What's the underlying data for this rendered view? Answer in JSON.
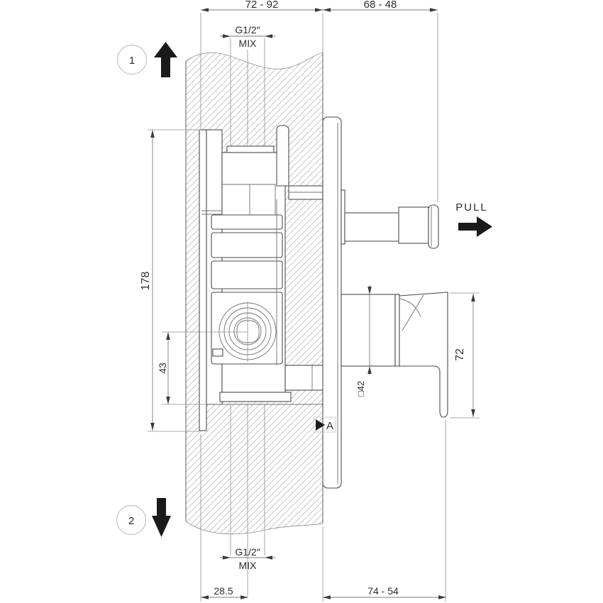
{
  "drawing": {
    "dimensions": {
      "top_left": "72 - 92",
      "top_right": "68 - 48",
      "body_height": "178",
      "cartridge_to_base": "43",
      "trim_sleeve": "□42",
      "handle_height": "72",
      "pipe_offset": "28.5",
      "handle_projection": "74 - 54"
    },
    "connections": {
      "top_thread": "G1/2″",
      "top_port": "MIX",
      "bottom_thread": "G1/2″",
      "bottom_port": "MIX"
    },
    "annotations": {
      "pull_label": "PULL",
      "step_one": "1",
      "step_two": "2",
      "section_marker": "A"
    },
    "colors": {
      "line": "#4d4d4d",
      "dimension_line": "#7a7a7a",
      "hatch": "#b8b8b8",
      "text": "#2e2e2e",
      "arrow_fill": "#1a1a1a"
    }
  }
}
